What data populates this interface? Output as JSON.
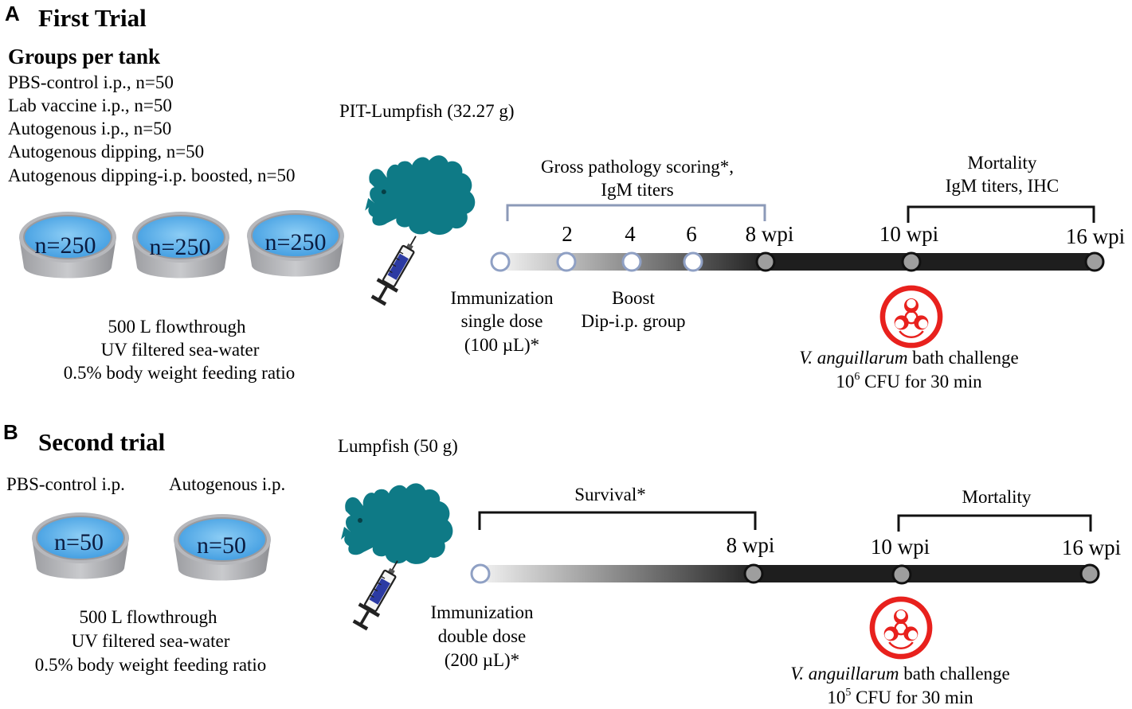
{
  "panel_a": {
    "letter": "A",
    "title": "First Trial",
    "groups_heading": "Groups per tank",
    "groups": [
      "PBS-control i.p., n=50",
      "Lab vaccine i.p., n=50",
      "Autogenous i.p., n=50",
      "Autogenous dipping, n=50",
      "Autogenous dipping-i.p. boosted, n=50"
    ],
    "tanks": [
      "n=250",
      "n=250",
      "n=250"
    ],
    "conditions": [
      "500 L flowthrough",
      "UV filtered sea-water",
      "0.5% body weight feeding ratio"
    ],
    "fish_label": "PIT-Lumpfish (32.27 g)",
    "bracket1": [
      "Gross pathology scoring*,",
      "IgM titers"
    ],
    "bracket2": [
      "Mortality",
      "IgM titers, IHC"
    ],
    "ticks": [
      "2",
      "4",
      "6",
      "8 wpi",
      "10 wpi",
      "16 wpi"
    ],
    "immunization": [
      "Immunization",
      "single dose",
      "(100 µL)*"
    ],
    "boost": [
      "Boost",
      "Dip-i.p. group"
    ],
    "challenge_species": "V. anguillarum",
    "challenge_rest": " bath challenge",
    "dose_base": "10",
    "dose_exp": "6",
    "dose_rest": " CFU for 30 min"
  },
  "panel_b": {
    "letter": "B",
    "title": "Second trial",
    "groups": [
      "PBS-control i.p.",
      "Autogenous i.p."
    ],
    "tanks": [
      "n=50",
      "n=50"
    ],
    "conditions": [
      "500 L flowthrough",
      "UV filtered sea-water",
      "0.5% body weight feeding ratio"
    ],
    "fish_label": "Lumpfish (50 g)",
    "bracket1": "Survival*",
    "bracket2": "Mortality",
    "ticks": [
      "8 wpi",
      "10 wpi",
      "16 wpi"
    ],
    "immunization": [
      "Immunization",
      "double dose",
      "(200 µL)*"
    ],
    "challenge_species": "V. anguillarum",
    "challenge_rest": " bath challenge",
    "dose_base": "10",
    "dose_exp": "5",
    "dose_rest": " CFU for 30 min"
  },
  "colors": {
    "fish": "#0e7a86",
    "water": "#5cb1ea",
    "tank": "#b3b4b8",
    "hazard": "#e8211d",
    "open_node": "#8fa0c4",
    "bracket_a": "#8c9ab8"
  },
  "icons": [
    "fish-icon",
    "syringe-icon",
    "tank-icon",
    "biohazard-icon"
  ]
}
